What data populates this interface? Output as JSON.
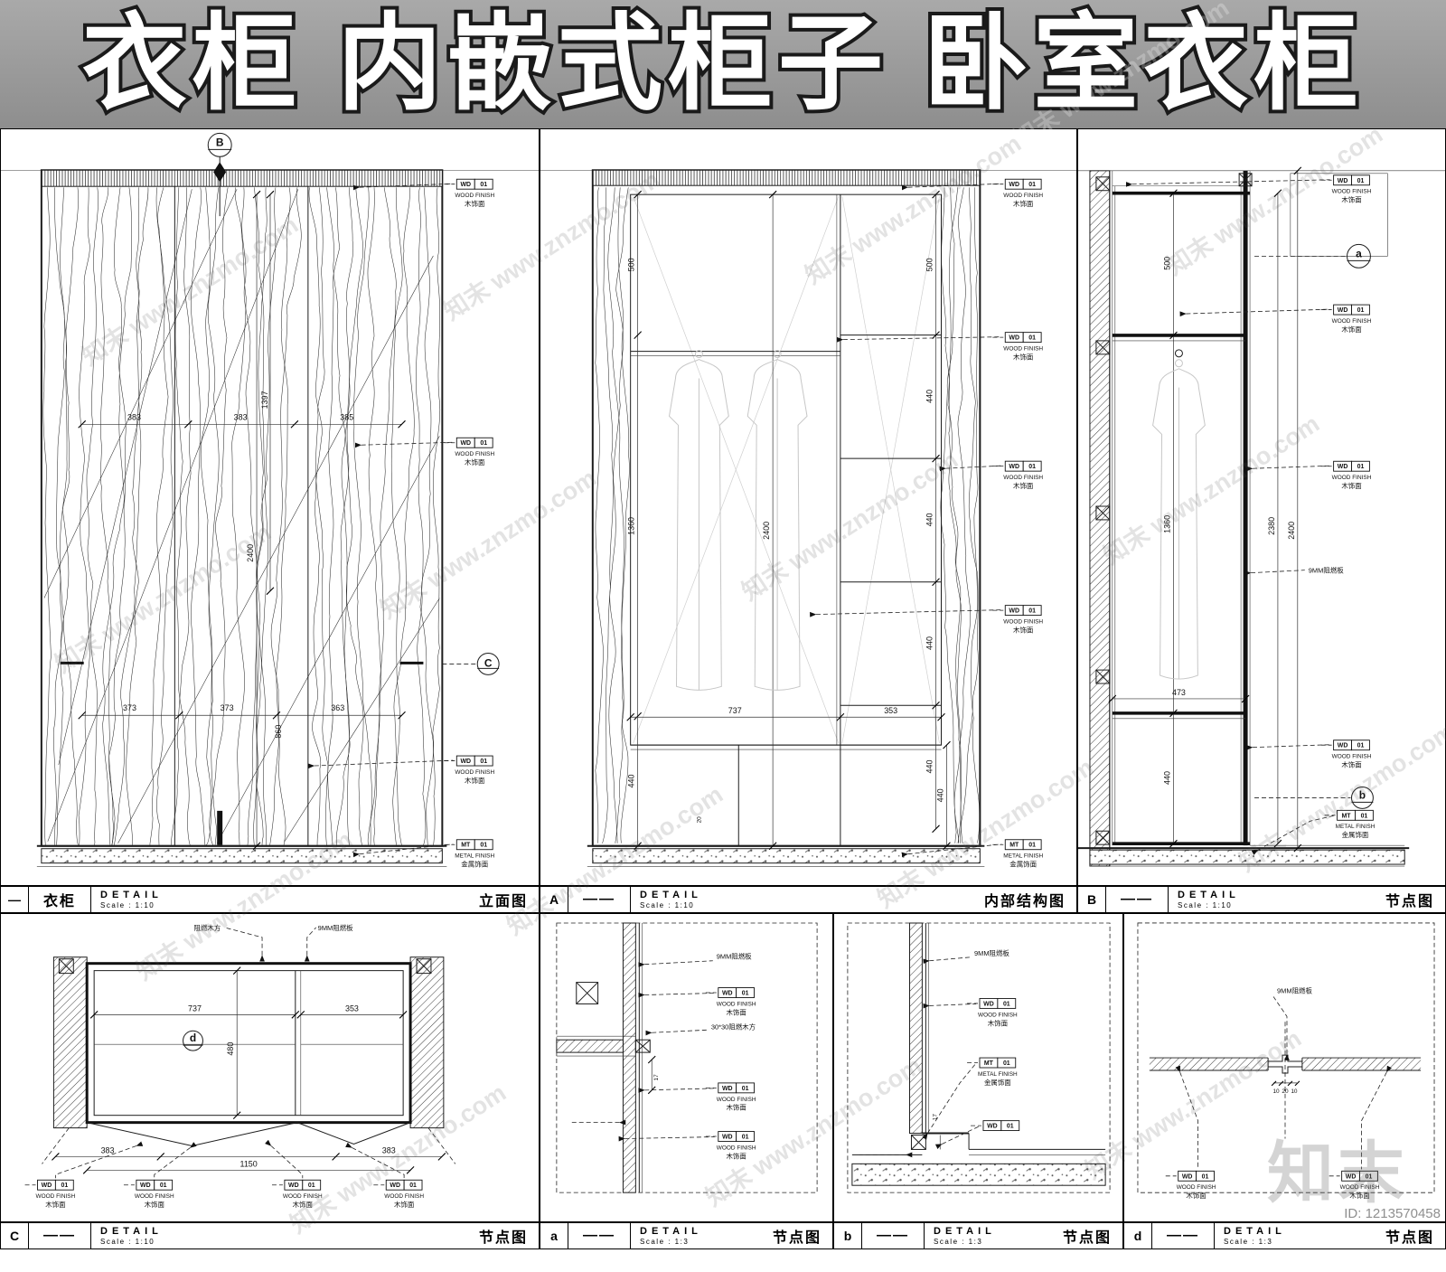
{
  "page": {
    "title": "衣柜 内嵌式柜子 卧室衣柜",
    "watermark": "知末 www.znzmo.com",
    "watermark_short": "知末",
    "id_label": "ID: 1213570458"
  },
  "callout": {
    "wd": {
      "code": "WD",
      "num": "01",
      "line1": "WOOD FINISH",
      "line2": "木饰面"
    },
    "mt": {
      "code": "MT",
      "num": "01",
      "line1": "METAL FINISH",
      "line2": "金属饰面"
    },
    "board9": "9MM阻燃板",
    "wood3030": "30*30阻燃木方",
    "woodblock": "阻燃木方"
  },
  "panels": {
    "elevation": {
      "titlebar": {
        "tag": "—",
        "name": "衣柜",
        "detail": "DETAIL",
        "scale": "Scale : 1:10",
        "view": "立面图"
      },
      "marker_top": "B",
      "marker_side": "C",
      "dims": {
        "w1": "383",
        "w2": "383",
        "w3": "385",
        "v1": "2400",
        "v2": "1397",
        "b1": "373",
        "b2": "373",
        "b3": "860",
        "b4": "363"
      }
    },
    "internal": {
      "titlebar": {
        "tag": "A",
        "name": "——",
        "detail": "DETAIL",
        "scale": "Scale : 1:10",
        "view": "内部结构图"
      },
      "dims": {
        "lt": "500",
        "lm": "1360",
        "lb": "440",
        "c": "2400",
        "rt": "500",
        "r1": "440",
        "r2": "440",
        "r3": "440",
        "r4": "440",
        "rb": "440",
        "wl": "737",
        "wr": "353",
        "k": "20"
      }
    },
    "sectionB": {
      "titlebar": {
        "tag": "B",
        "name": "——",
        "detail": "DETAIL",
        "scale": "Scale : 1:10",
        "view": "节点图"
      },
      "marker_a": "a",
      "marker_b": "b",
      "dims": {
        "t": "500",
        "m": "1360",
        "b": "440",
        "h1": "2380",
        "h2": "2400",
        "w": "473"
      }
    },
    "planC": {
      "titlebar": {
        "tag": "C",
        "name": "——",
        "detail": "DETAIL",
        "scale": "Scale : 1:10",
        "view": "节点图"
      },
      "marker": "d",
      "dims": {
        "wl": "737",
        "wr": "353",
        "d": "480",
        "s1": "383",
        "s2": "383",
        "mid": "1150"
      }
    },
    "detailA": {
      "titlebar": {
        "tag": "a",
        "name": "——",
        "detail": "DETAIL",
        "scale": "Scale : 1:3",
        "view": "节点图"
      },
      "dims": {
        "t1": "17"
      }
    },
    "detailB": {
      "titlebar": {
        "tag": "b",
        "name": "——",
        "detail": "DETAIL",
        "scale": "Scale : 1:3",
        "view": "节点图"
      },
      "dims": {
        "t1": "17"
      }
    },
    "detailD": {
      "titlebar": {
        "tag": "d",
        "name": "——",
        "detail": "DETAIL",
        "scale": "Scale : 1:3",
        "view": "节点图"
      },
      "dims": {
        "n1": "10",
        "n2": "20",
        "n3": "10"
      }
    }
  }
}
